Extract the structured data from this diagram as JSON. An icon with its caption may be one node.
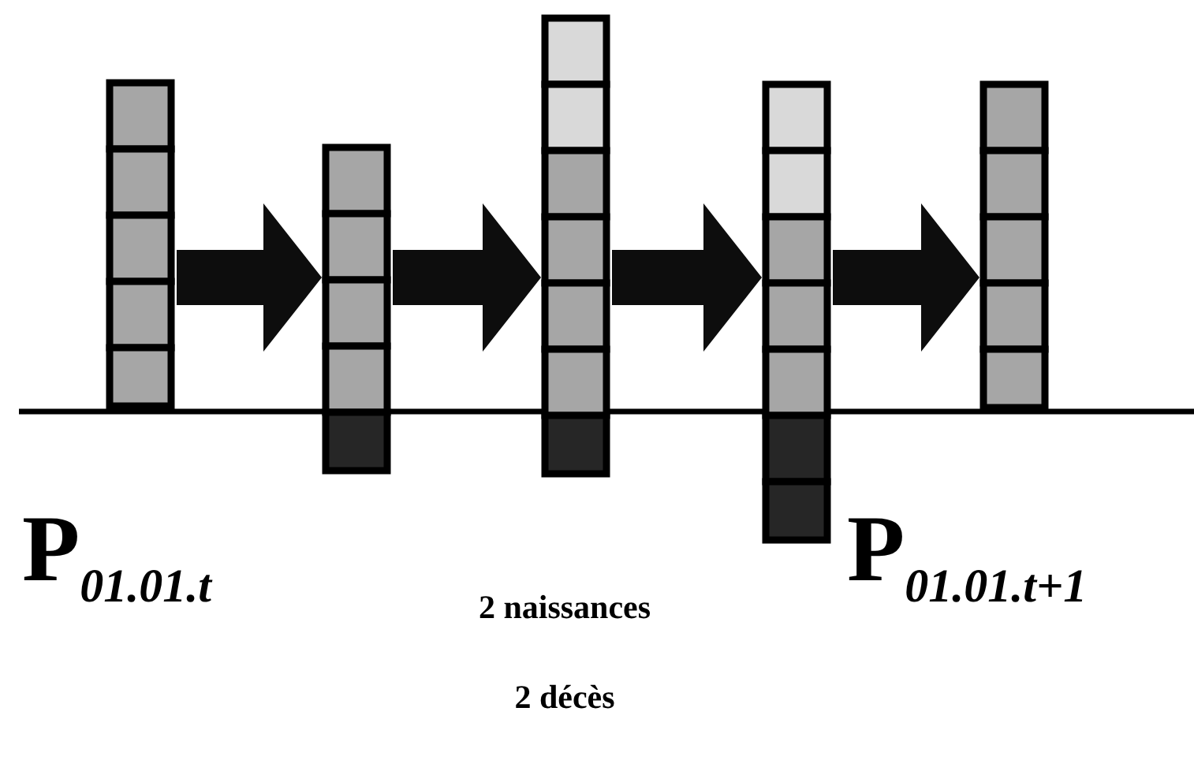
{
  "diagram": {
    "nodes": [
      {
        "text": [],
        "shape": "bar"
      },
      {
        "text": [],
        "shape": "bar"
      },
      {
        "text": [],
        "shape": "bar"
      },
      {
        "text": [],
        "shape": "bar"
      },
      {
        "text": [],
        "shape": "bar"
      }
    ],
    "edges": [
      {
        "from": 0,
        "to": 1,
        "arrow": "to"
      },
      {
        "from": 1,
        "to": 2,
        "arrow": "to"
      },
      {
        "from": 2,
        "to": 3,
        "arrow": "to"
      },
      {
        "from": 3,
        "to": 4,
        "arrow": "to"
      }
    ],
    "labels": [
      "P$_{01.01.t}$",
      "P$_{01.01.t+1}$",
      "2 naissances",
      "2 décès"
    ]
  }
}
